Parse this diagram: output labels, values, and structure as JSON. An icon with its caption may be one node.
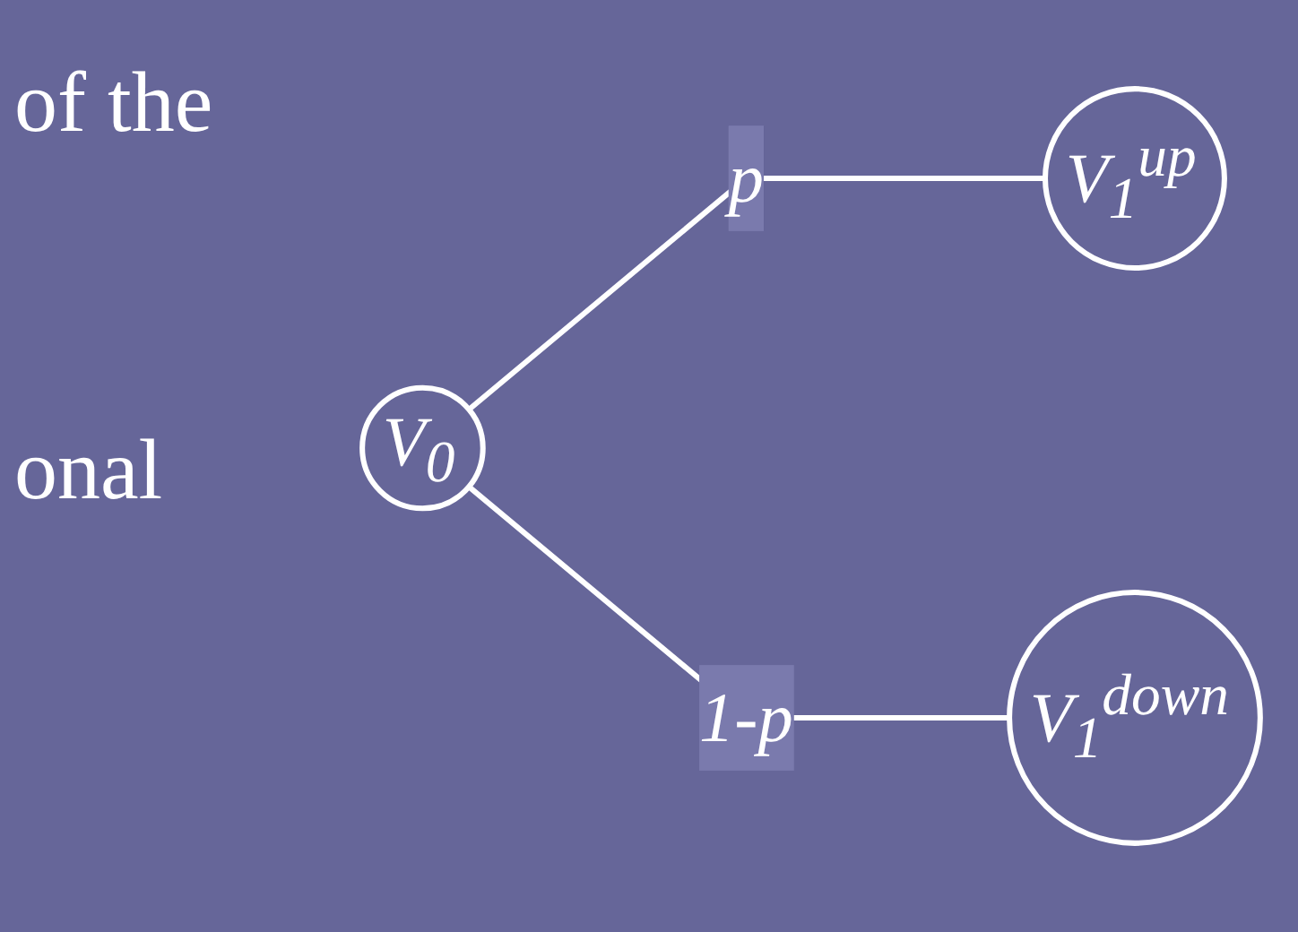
{
  "diagram": {
    "nodes": [
      {
        "text": [
          "V$_{0}$"
        ]
      },
      {
        "text": [
          "V$_{1}$$^{up}$"
        ]
      },
      {
        "text": [
          "V$_{1}$$^{down}$"
        ]
      }
    ],
    "edges": [
      {
        "from": 0,
        "to": 1,
        "arrow": "none",
        "label": "p"
      },
      {
        "from": 0,
        "to": 2,
        "arrow": "none",
        "label": "1-p"
      }
    ],
    "labels": [
      "of the",
      "onal"
    ]
  }
}
